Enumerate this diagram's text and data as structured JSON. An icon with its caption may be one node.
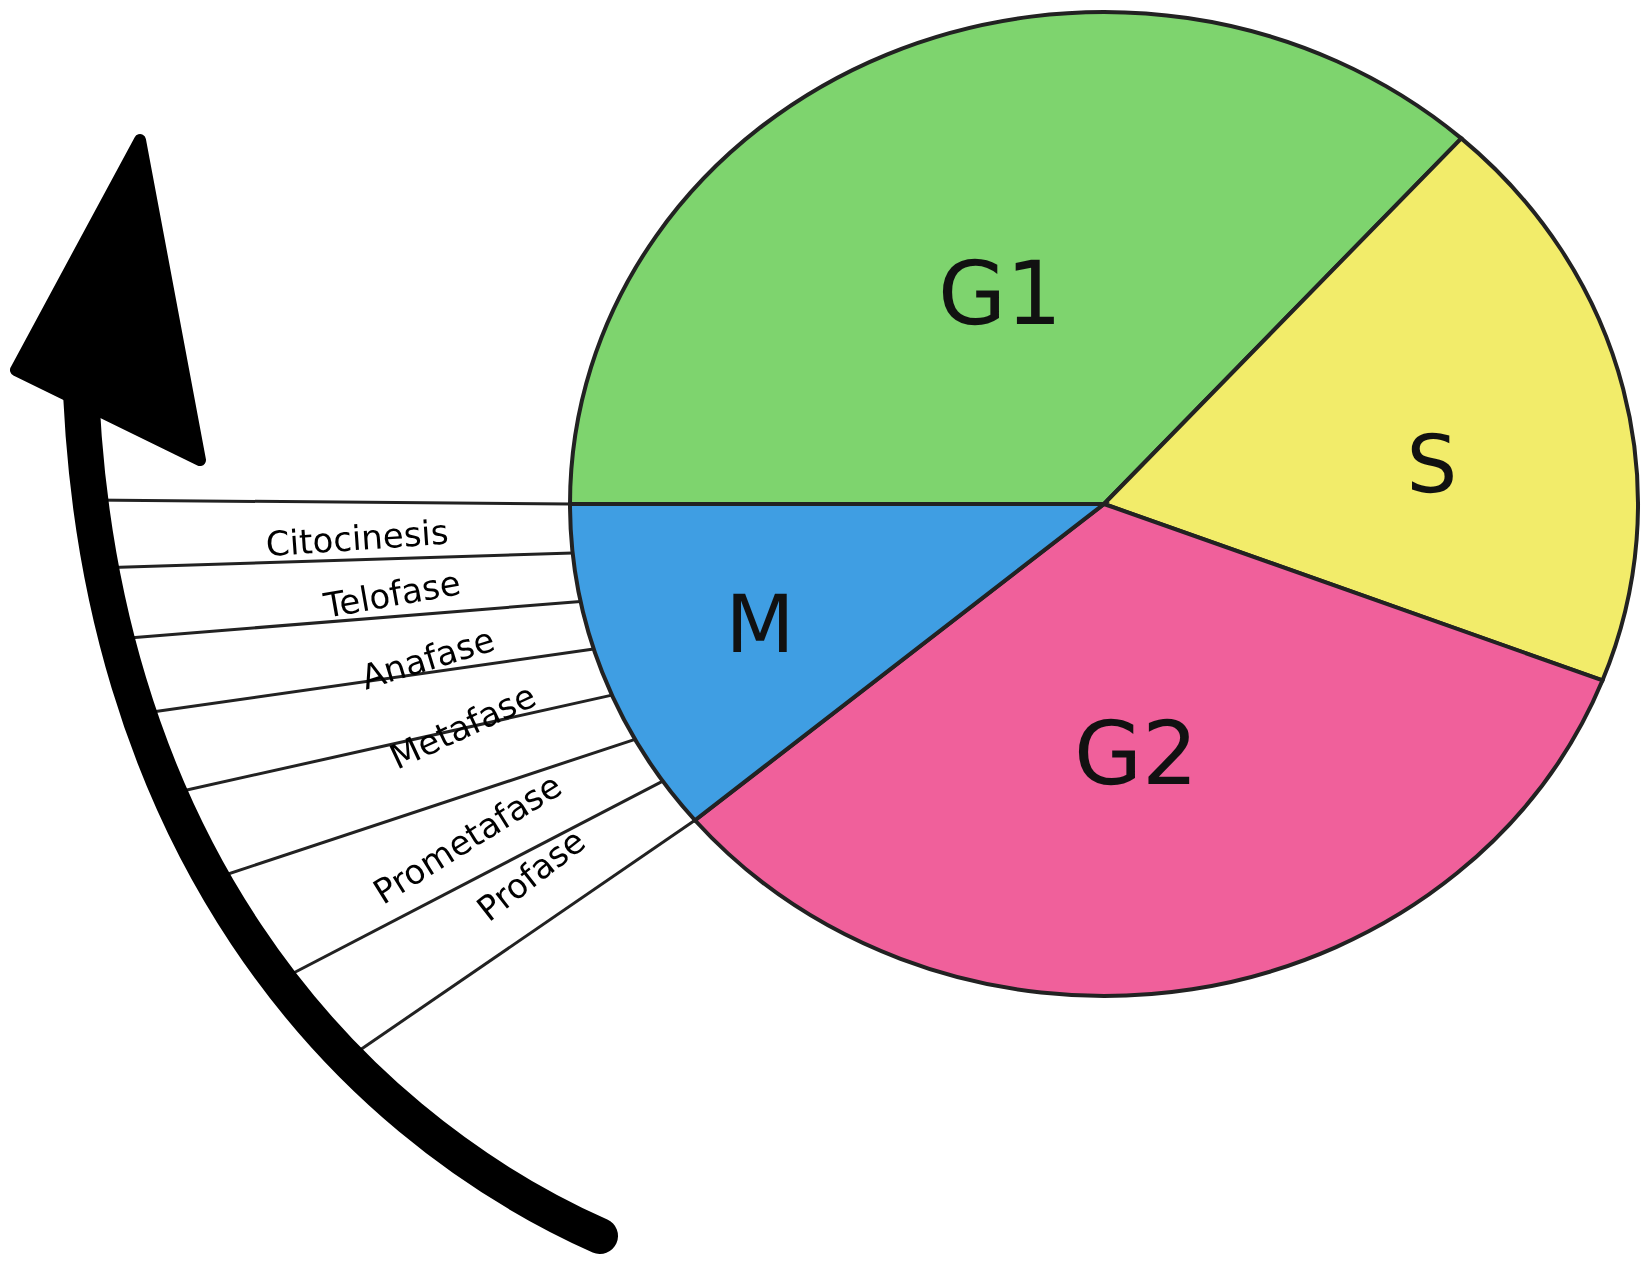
{
  "diagram": {
    "nodes": [
      {
        "text": [
          "G1"
        ]
      },
      {
        "text": [
          "S"
        ]
      },
      {
        "text": [
          "G2"
        ]
      },
      {
        "text": [
          "M"
        ]
      }
    ],
    "labels": [
      "Citocinesis",
      "Telofase",
      "Anafase",
      "Metafase",
      "Prometafase",
      "Profase"
    ]
  }
}
